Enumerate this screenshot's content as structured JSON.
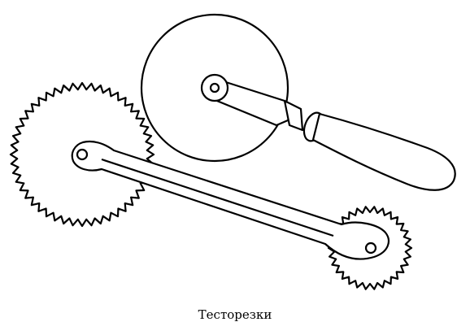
{
  "caption": "Тесторезки",
  "colors": {
    "ink": "#000000",
    "paper": "#ffffff"
  },
  "tools": [
    {
      "kind": "plain-wheel-pastry-cutter"
    },
    {
      "kind": "double-crimped-wheel-pastry-cutter"
    }
  ]
}
